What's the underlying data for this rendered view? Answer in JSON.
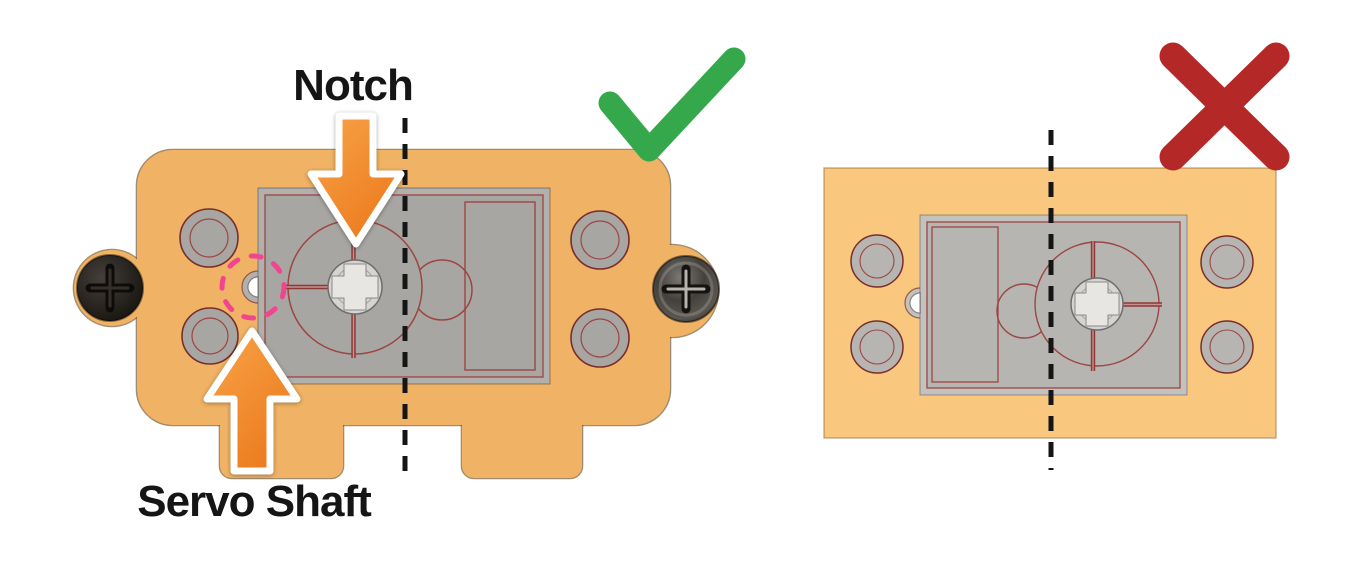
{
  "labels": {
    "notch": "Notch",
    "servo_shaft": "Servo Shaft"
  },
  "panels": {
    "left": {
      "name": "correct-orientation",
      "mark": "checkmark"
    },
    "right": {
      "name": "incorrect-orientation",
      "mark": "x-mark"
    }
  },
  "icons": {
    "notch_arrow": "arrow-down",
    "servo_shaft_arrow": "arrow-up",
    "correct_mark": "green-checkmark",
    "incorrect_mark": "red-x",
    "notch_highlight": "pink-dashed-circle"
  },
  "colors": {
    "plate_left": "#f0b264",
    "plate_right": "#f9c87e",
    "plate_edge": "#6d4e23",
    "body_flange_left": "#b2b0ad",
    "body_inner_left": "#a8a6a3",
    "body_flange_right": "#c4c2bf",
    "body_inner_right": "#b7b5b2",
    "outline_red": "#9c4543",
    "line_red": "#8c3a38",
    "standoff_edge": "#7a2d2a",
    "shaft_fill": "#d6d4d1",
    "shaft_cross": "#e8e6e3",
    "arrow_light": "#f8a449",
    "arrow_dark": "#ec7a1d",
    "pink": "#f2458f",
    "green": "#35a84c",
    "red": "#b42928",
    "ink": "#151515"
  }
}
